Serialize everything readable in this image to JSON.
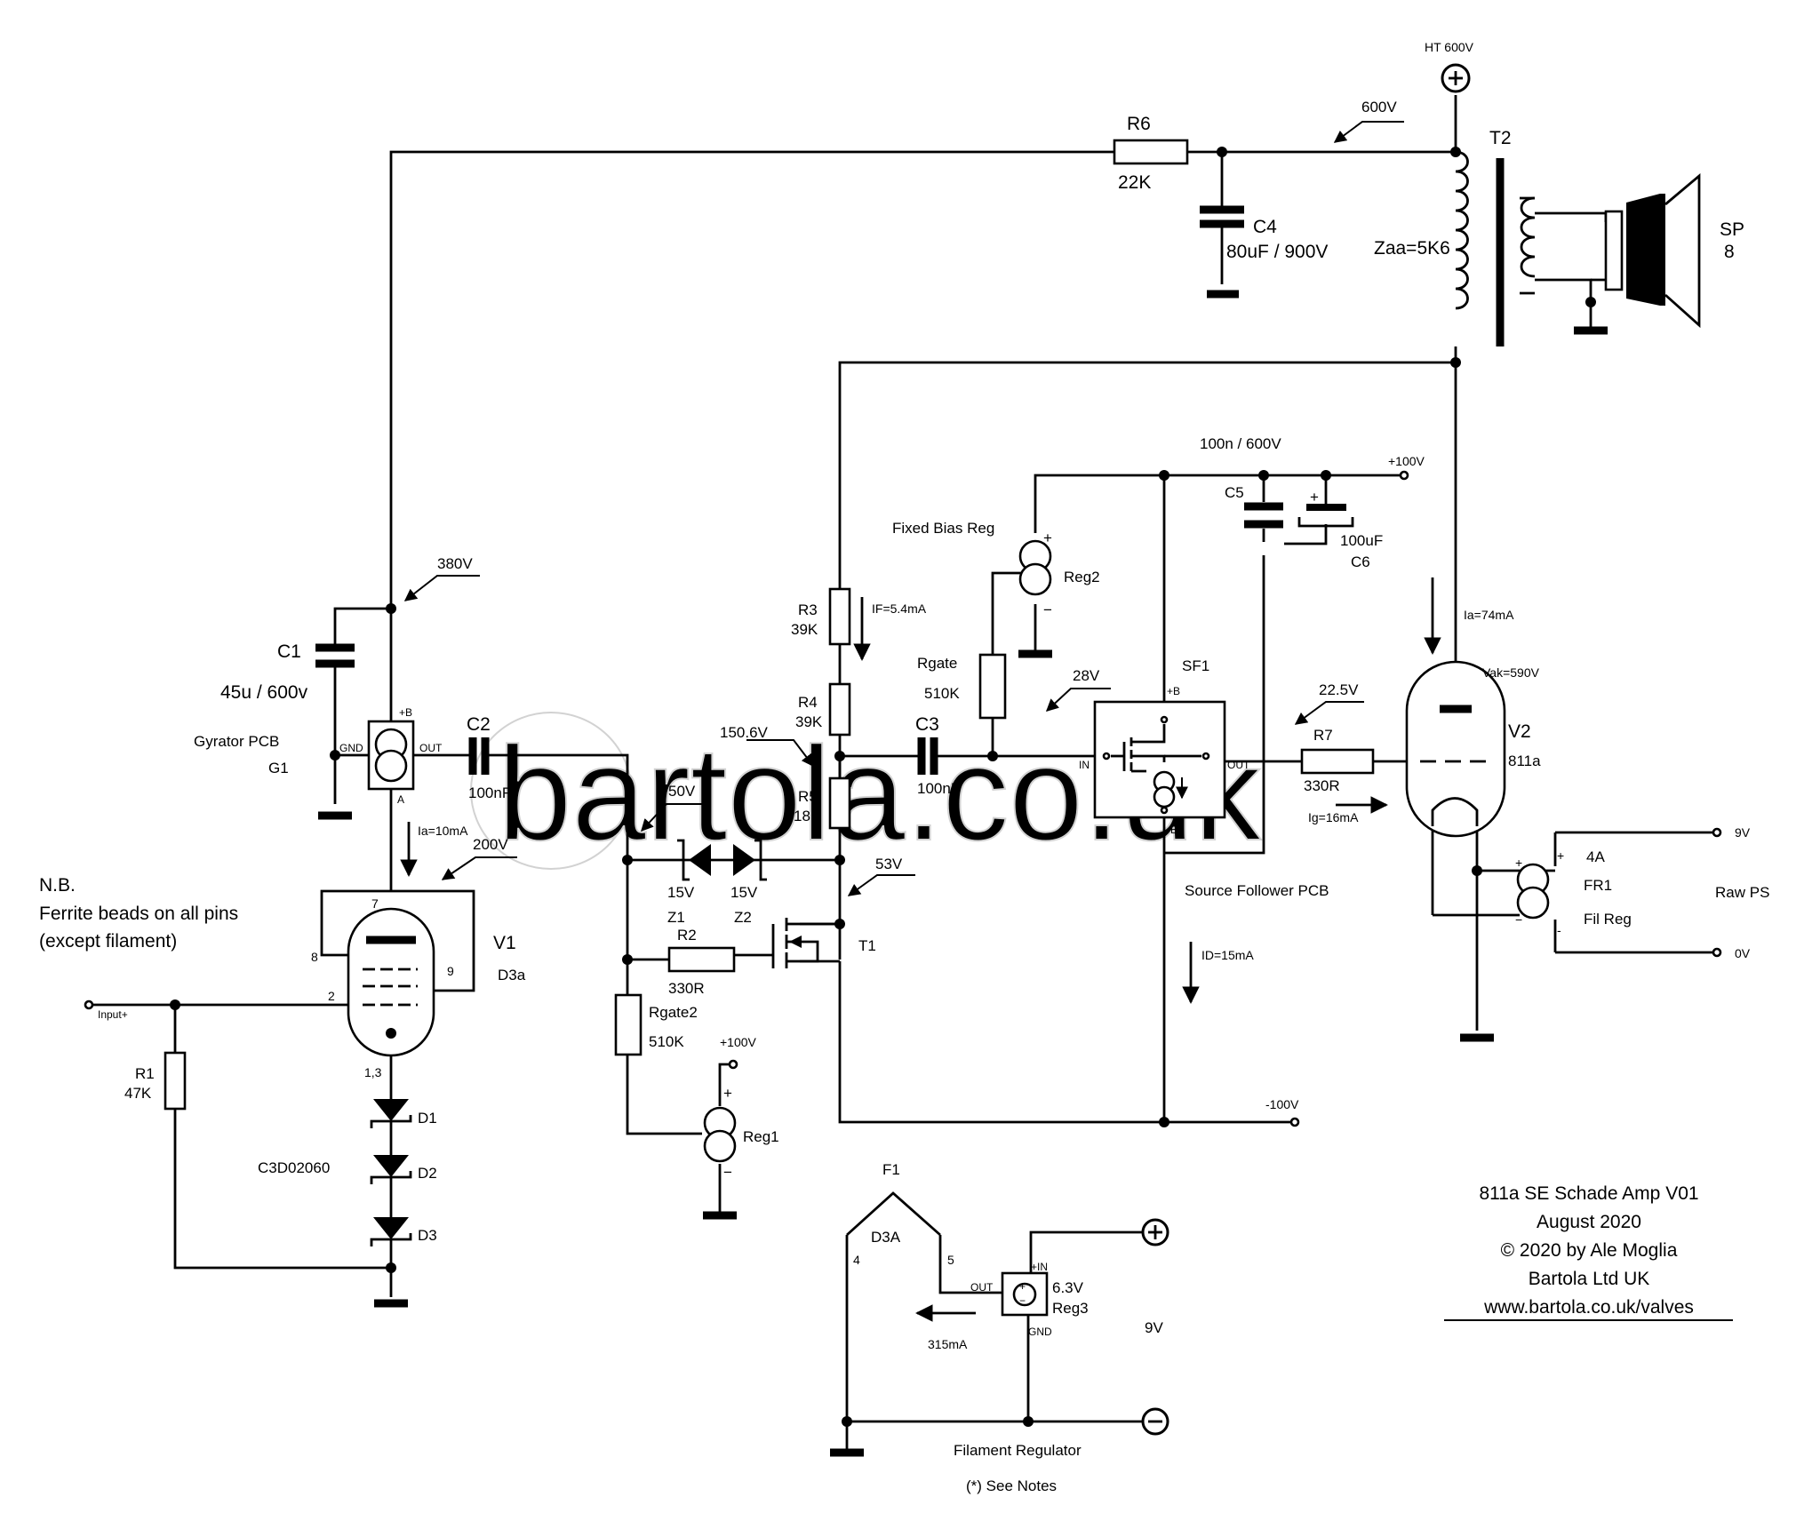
{
  "watermark": "bartola.co.uk",
  "title_block": {
    "line1": "811a SE Schade Amp V01",
    "line2": "August 2020",
    "line3": "© 2020 by Ale Moglia",
    "line4": "Bartola Ltd UK",
    "line5": "www.bartola.co.uk/valves"
  },
  "notes": {
    "nb": "N.B.",
    "line1": "Ferrite beads on all pins",
    "line2": "(except filament)",
    "see_notes": "(*) See Notes"
  },
  "voltages": {
    "ht": "HT 600V",
    "v600": "600V",
    "v380": "380V",
    "v200": "200V",
    "v150": "150.6V",
    "v50": "50V",
    "v53": "53V",
    "v28": "28V",
    "v225": "22.5V",
    "plus100_top": "+100V",
    "plus100_reg1": "+100V",
    "minus100": "-100V"
  },
  "currents": {
    "if": "IF=5.4mA",
    "ia_v1": "Ia=10mA",
    "ia_v2": "Ia=74mA",
    "vak": "Vak=590V",
    "ig": "Ig=16mA",
    "id": "ID=15mA",
    "i315": "315mA"
  },
  "components": {
    "r6": {
      "name": "R6",
      "value": "22K"
    },
    "c4": {
      "name": "C4",
      "value": "80uF / 900V"
    },
    "t2": {
      "name": "T2",
      "zaa": "Zaa=5K6"
    },
    "sp": {
      "name": "SP",
      "value": "8"
    },
    "c1": {
      "name": "C1",
      "value": "45u / 600v"
    },
    "g1": {
      "name": "Gyrator PCB",
      "ref": "G1",
      "pin_b": "+B",
      "pin_gnd": "GND",
      "pin_out": "OUT",
      "pin_a": "A"
    },
    "c2": {
      "name": "C2",
      "value": "100nF"
    },
    "v1": {
      "name": "V1",
      "type": "D3a",
      "pin7": "7",
      "pin8": "8",
      "pin9": "9",
      "pin2": "2",
      "pin13": "1,3"
    },
    "r1": {
      "name": "R1",
      "value": "47K"
    },
    "d1": "D1",
    "d2": "D2",
    "d3": "D3",
    "diode_part": "C3D02060",
    "input": "Input+",
    "r3": {
      "name": "R3",
      "value": "39K"
    },
    "r4": {
      "name": "R4",
      "value": "39K"
    },
    "r5": {
      "name": "R5",
      "value": "18K"
    },
    "c3": {
      "name": "C3",
      "value": "100nF"
    },
    "rgate": {
      "name": "Rgate",
      "value": "510K"
    },
    "reg2": {
      "name": "Reg2",
      "caption": "Fixed Bias Reg"
    },
    "z1": {
      "name": "Z1",
      "value": "15V"
    },
    "z2": {
      "name": "Z2",
      "value": "15V"
    },
    "r2": {
      "name": "R2",
      "value": "330R"
    },
    "t1": "T1",
    "rgate2": {
      "name": "Rgate2",
      "value": "510K"
    },
    "reg1": "Reg1",
    "sf1": {
      "name": "SF1",
      "caption": "Source Follower PCB",
      "pin_b": "+B",
      "pin_nb": "-B",
      "pin_in": "IN",
      "pin_out": "OUT"
    },
    "c5": {
      "name": "C5",
      "value": "100n / 600V"
    },
    "c6": {
      "name": "C6",
      "value": "100uF"
    },
    "r7": {
      "name": "R7",
      "value": "330R"
    },
    "v2": {
      "name": "V2",
      "type": "811a"
    },
    "fr1": {
      "name": "FR1",
      "value": "4A",
      "caption": "Fil Reg"
    },
    "raw_ps": {
      "label": "Raw PS",
      "v9": "9V",
      "v0": "0V"
    },
    "f1": {
      "name": "F1",
      "type": "D3A",
      "pin4": "4",
      "pin5": "5"
    },
    "reg3": {
      "name": "Reg3",
      "value": "6.3V",
      "pin_in": "+IN",
      "pin_out": "OUT",
      "pin_gnd": "GND",
      "caption": "Filament Regulator",
      "supply": "9V"
    }
  },
  "signs": {
    "plus": "+",
    "minus": "−",
    "minus2": "-"
  }
}
